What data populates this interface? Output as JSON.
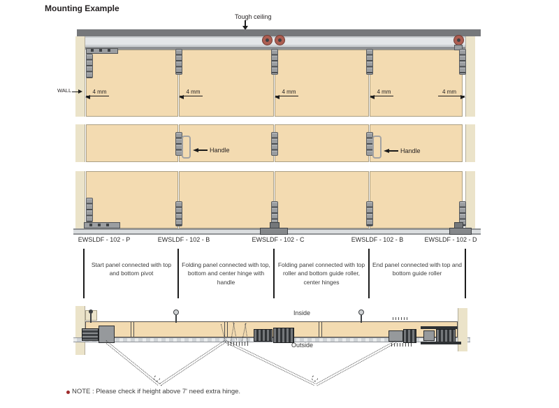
{
  "title": "Mounting Example",
  "annotations": {
    "ceiling": "Tough ceiling",
    "wall": "WALL",
    "inside": "Inside",
    "outside": "Outside"
  },
  "gap_labels": [
    "4 mm",
    "4 mm",
    "4 mm",
    "4 mm",
    "4 mm"
  ],
  "handle_labels": [
    "Handle",
    "Handle"
  ],
  "part_labels": [
    "EWSLDF - 102 - P",
    "EWSLDF - 102 - B",
    "EWSLDF - 102 - C",
    "EWSLDF - 102 - B",
    "EWSLDF - 102 - D"
  ],
  "panel_descriptions": [
    "Start panel connected with top and bottom pivot",
    "Folding panel connected with top, bottom and center hinge with handle",
    "Folding panel connected with top roller and bottom guide roller, center hinges",
    "End panel connected with top and bottom guide roller"
  ],
  "note": "NOTE : Please check if height above 7' need extra hinge.",
  "colors": {
    "panel": "#f3dbb1",
    "wall": "#ebe3c9",
    "ceiling_bar": "#76787b",
    "track": "#d9dcdf",
    "roller": "#ad5e51",
    "note_bullet": "#9e2a2b"
  }
}
